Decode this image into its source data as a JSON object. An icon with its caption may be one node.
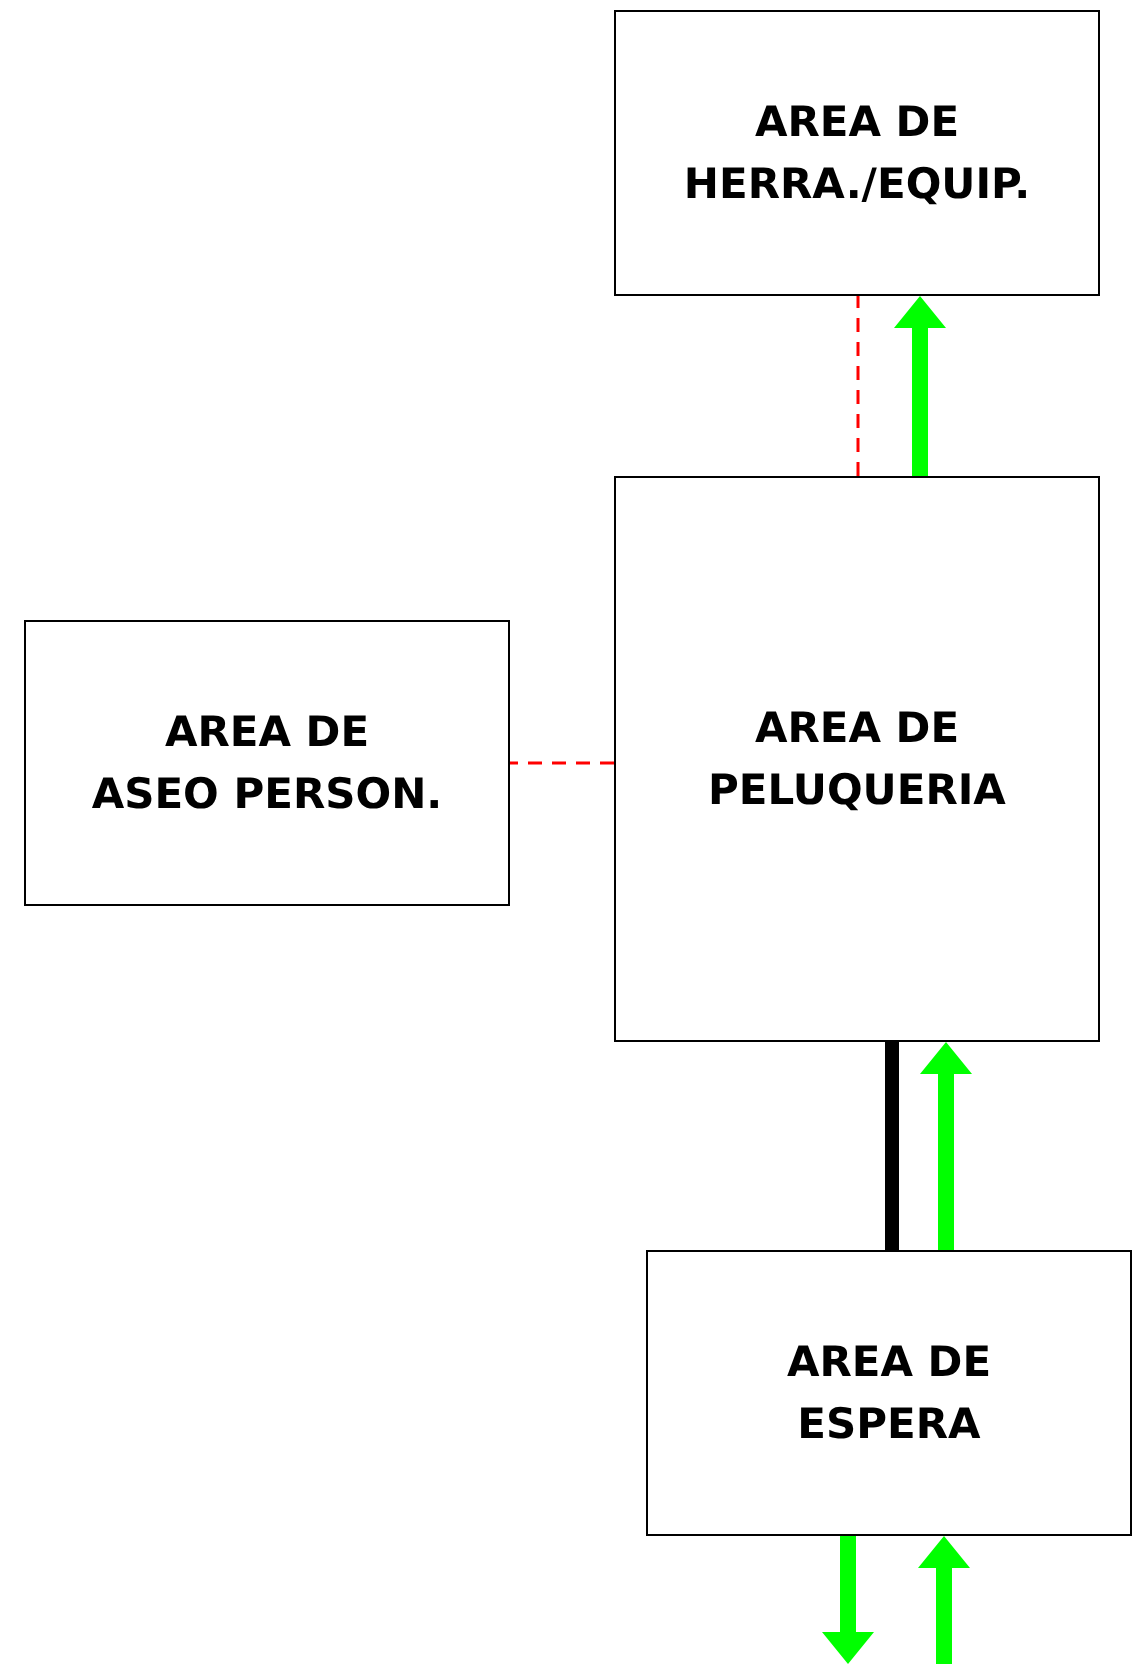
{
  "diagram": {
    "nodes": [
      {
        "text": [
          "AREA DE HERRA./EQUIP."
        ]
      },
      {
        "text": [
          "AREA DE ASEO PERSON."
        ]
      },
      {
        "text": [
          "AREA DE PELUQUERIA"
        ]
      },
      {
        "text": [
          "AREA DE ESPERA"
        ]
      }
    ],
    "edges": [
      {
        "from": 2,
        "to": 0,
        "arrow": "none",
        "style": "dashed",
        "color": "#ff0000"
      },
      {
        "from": 2,
        "to": 1,
        "arrow": "none",
        "style": "dashed",
        "color": "#ff0000"
      },
      {
        "from": 3,
        "to": 2,
        "arrow": "none",
        "color": "#000000"
      },
      {
        "from": 2,
        "to": 0,
        "arrow": "to",
        "color": "#00ff00"
      },
      {
        "from": 3,
        "to": 2,
        "arrow": "to",
        "color": "#00ff00"
      },
      {
        "from": 3,
        "to": null,
        "arrow": "to",
        "color": "#00ff00"
      },
      {
        "from": null,
        "to": 3,
        "arrow": "to",
        "color": "#00ff00"
      }
    ]
  }
}
